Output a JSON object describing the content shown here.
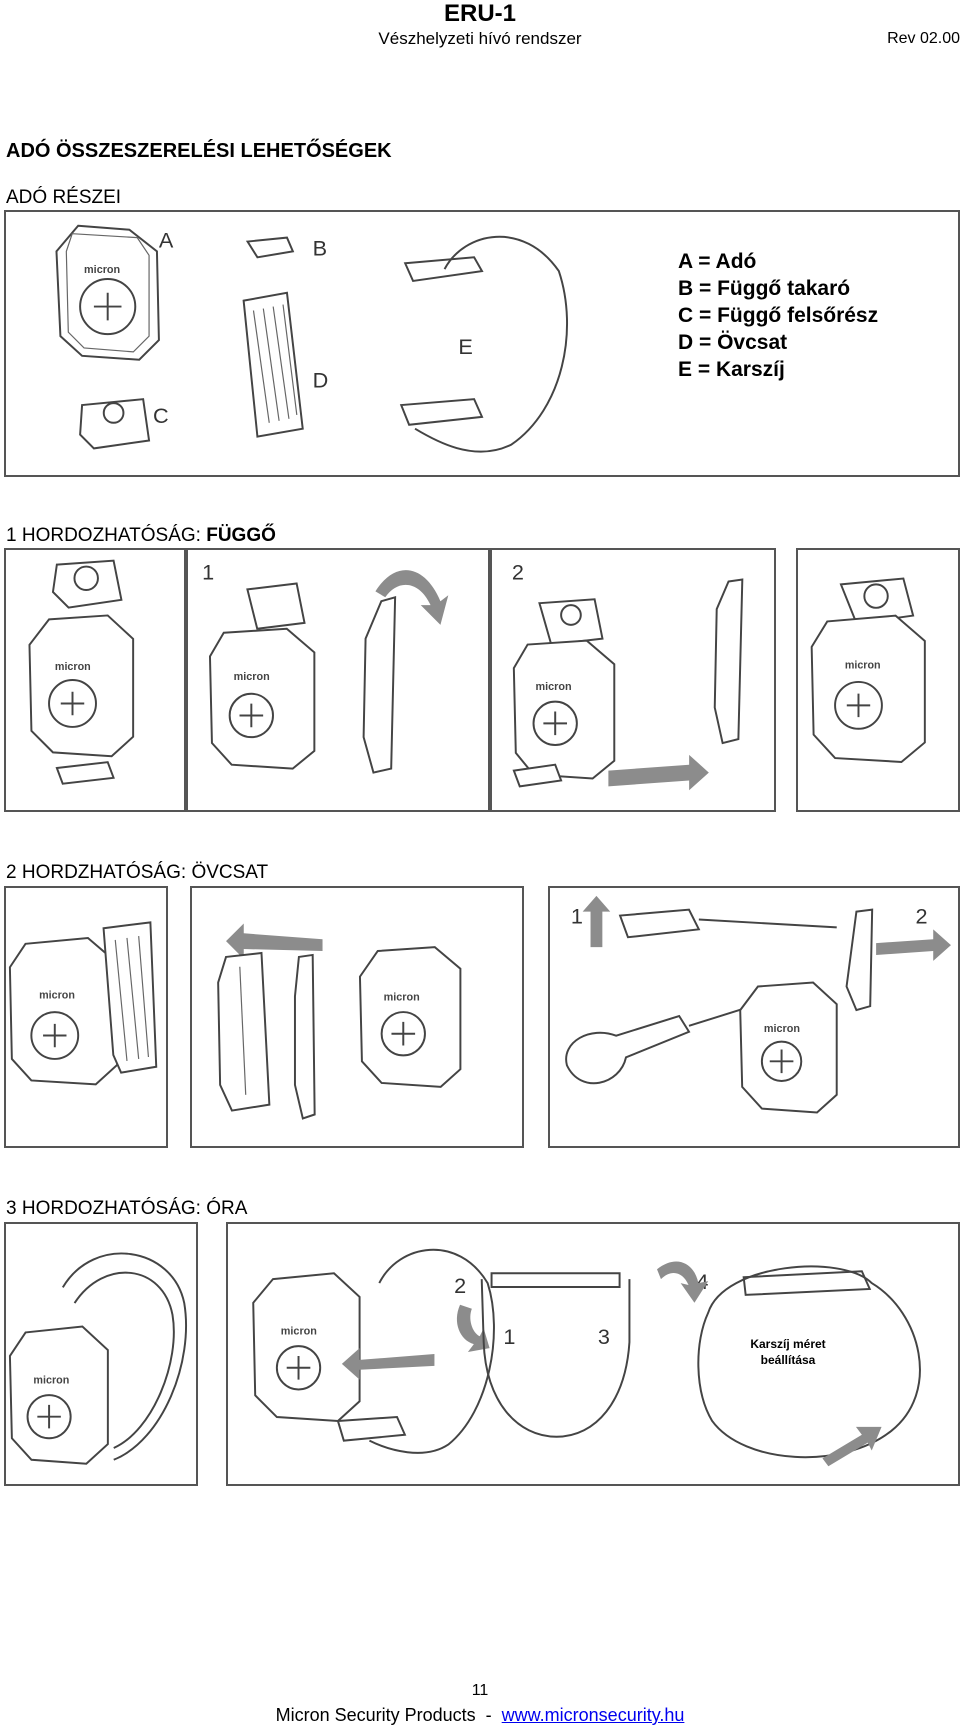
{
  "header": {
    "title": "ERU-1",
    "subtitle": "Vészhelyzeti hívó rendszer",
    "revision": "Rev 02.00"
  },
  "section_main": "ADÓ ÖSSZESZERELÉSI LEHETŐSÉGEK",
  "section_parts": {
    "heading": "ADÓ RÉSZEI",
    "figure_labels": [
      "A",
      "B",
      "C",
      "D",
      "E"
    ],
    "legend": [
      "A = Adó",
      "B = Függő takaró",
      "C = Függő felsőrész",
      "D = Övcsat",
      "E = Karszíj"
    ]
  },
  "section_pendant": {
    "heading_prefix": "1 HORDOZHATÓSÁG: ",
    "heading_bold": "FÜGGŐ",
    "step_labels": [
      "1",
      "2"
    ]
  },
  "section_belt": {
    "heading": "2 HORDZHATÓSÁG: ÖVCSAT",
    "step_labels": [
      "1",
      "2"
    ]
  },
  "section_watch": {
    "heading": "3 HORDOZHATÓSÁG: ÓRA",
    "step_labels": [
      "2",
      "1",
      "3",
      "4"
    ],
    "note_line1": "Karszíj méret",
    "note_line2": "beállítása"
  },
  "device_brand": "micron",
  "footer": {
    "page": "11",
    "company": "Micron Security Products  -  ",
    "website": "www.micronsecurity.hu"
  }
}
